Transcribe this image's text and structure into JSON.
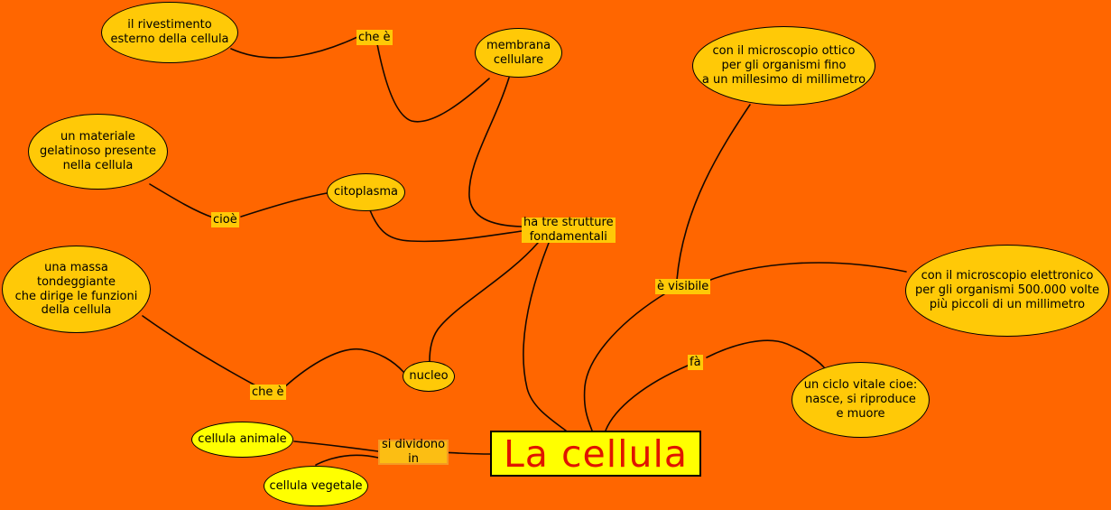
{
  "map_title": "La cellula",
  "colors": {
    "background": "#ff6600",
    "concept_fill": "#ffc907",
    "highlight_fill": "#ffff00",
    "title_text": "#e01400",
    "line": "#140800"
  },
  "nodes": [
    {
      "id": "rivestimento",
      "kind": "concept",
      "text": "il rivestimento\nesterno della cellula"
    },
    {
      "id": "che-e-1",
      "kind": "link-label",
      "text": "che è"
    },
    {
      "id": "membrana",
      "kind": "concept",
      "text": "membrana\ncellulare"
    },
    {
      "id": "microscopio-ottico",
      "kind": "concept",
      "text": "con il microscopio ottico\nper gli organismi fino\na un millesimo di millimetro"
    },
    {
      "id": "materiale",
      "kind": "concept",
      "text": "un materiale\ngelatinoso presente\nnella cellula"
    },
    {
      "id": "cioe",
      "kind": "link-label",
      "text": "cioè"
    },
    {
      "id": "citoplasma",
      "kind": "concept",
      "text": "citoplasma"
    },
    {
      "id": "ha-tre",
      "kind": "link-label",
      "text": "ha tre strutture\nfondamentali"
    },
    {
      "id": "e-visibile",
      "kind": "link-label",
      "text": "è visibile"
    },
    {
      "id": "microscopio-elettronico",
      "kind": "concept",
      "text": "con il microscopio elettronico\nper gli organismi 500.000 volte\npiù piccoli di un millimetro"
    },
    {
      "id": "massa",
      "kind": "concept",
      "text": "una massa\ntondeggiante\nche dirige le funzioni\ndella cellula"
    },
    {
      "id": "nucleo",
      "kind": "concept",
      "text": "nucleo"
    },
    {
      "id": "che-e-2",
      "kind": "link-label",
      "text": "che è"
    },
    {
      "id": "fa",
      "kind": "link-label",
      "text": "fà"
    },
    {
      "id": "ciclo-vitale",
      "kind": "concept",
      "text": "un ciclo vitale cioe:\nnasce, si riproduce\ne muore"
    },
    {
      "id": "cellula-animale",
      "kind": "concept-highlight",
      "text": "cellula animale"
    },
    {
      "id": "si-dividono",
      "kind": "link-label",
      "text": "si dividono\nin"
    },
    {
      "id": "cellula-vegetale",
      "kind": "concept-highlight",
      "text": "cellula vegetale"
    },
    {
      "id": "la-cellula",
      "kind": "main-concept",
      "text": "La cellula"
    }
  ]
}
